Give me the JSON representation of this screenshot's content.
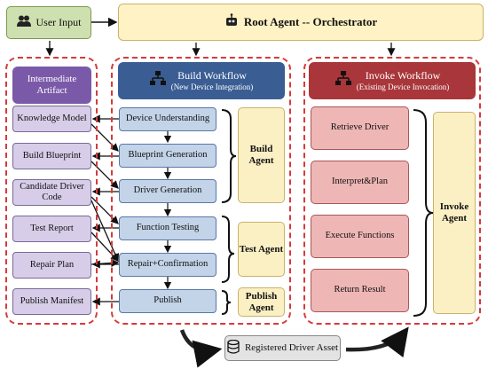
{
  "top": {
    "user_input": "User Input",
    "root_agent": "Root Agent -- Orchestrator"
  },
  "artifact": {
    "header": "Intermediate Artifact",
    "items": [
      "Knowledge Model",
      "Build Blueprint",
      "Candidate Driver Code",
      "Test Report",
      "Repair Plan",
      "Publish Manifest"
    ]
  },
  "build": {
    "header": "Build Workflow",
    "subheader": "(New Device Integration)",
    "steps": [
      "Device Understanding",
      "Blueprint Generation",
      "Driver Generation",
      "Function Testing",
      "Repair+Confirmation",
      "Publish"
    ],
    "agents": [
      "Build Agent",
      "Test Agent",
      "Publish Agent"
    ]
  },
  "invoke": {
    "header": "Invoke Workflow",
    "subheader": "(Existing Device Invocation)",
    "steps": [
      "Retrieve Driver",
      "Interpret&Plan",
      "Execute Functions",
      "Return Result"
    ],
    "agent": "Invoke Agent"
  },
  "asset": {
    "label": "Registered Driver Asset"
  },
  "colors": {
    "dashed_border": "#d63a3a",
    "artifact_header": "#7a5aa8",
    "build_header": "#3a5d94",
    "invoke_header": "#a8363a"
  }
}
